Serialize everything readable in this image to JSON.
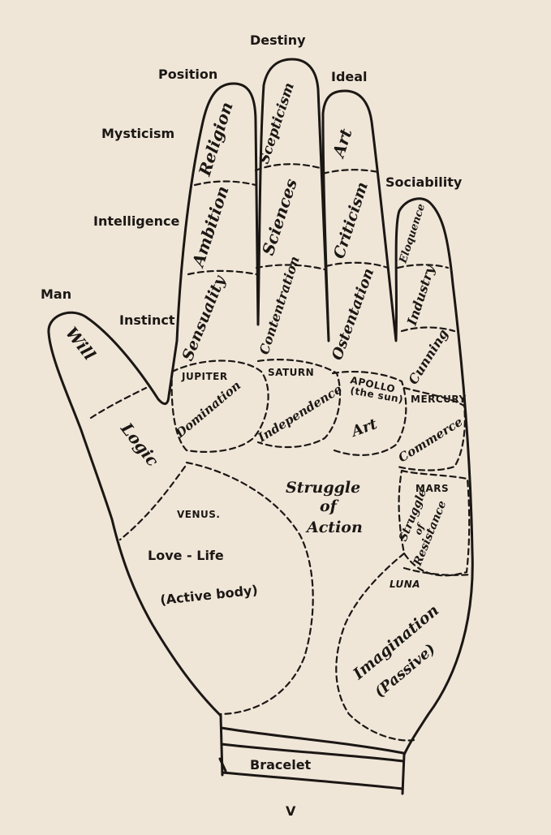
{
  "outer_labels": {
    "destiny": "Destiny",
    "position": "Position",
    "ideal": "Ideal",
    "mysticism": "Mysticism",
    "sociability": "Sociability",
    "intelligence": "Intelligence",
    "man": "Man",
    "instinct": "Instinct"
  },
  "fingers": {
    "thumb": {
      "will": "Will",
      "logic": "Logic"
    },
    "index": {
      "religion": "Religion",
      "ambition": "Ambition",
      "sensuality": "Sensuality"
    },
    "middle": {
      "scepticism": "Scepticism",
      "sciences": "Sciences",
      "contentration": "Contentration"
    },
    "ring": {
      "art": "Art",
      "criticism": "Criticism",
      "ostentation": "Ostentation"
    },
    "little": {
      "eloquence": "Eloquence",
      "industry": "Industry",
      "cunning": "Cunning"
    }
  },
  "mounts": {
    "jupiter": "JUPITER",
    "saturn": "SATURN",
    "apollo": "APOLLO",
    "apollo_sub": "(the sun)",
    "mercury": "MERCURY",
    "mars": "MARS",
    "luna": "LUNA",
    "venus": "VENUS."
  },
  "palm": {
    "domination": "Domination",
    "independence": "Independence",
    "art": "Art",
    "commerce": "Commerce",
    "struggle": "Struggle",
    "of": "of",
    "action": "Action",
    "resistance_struggle": "Struggle",
    "resistance_of": "of",
    "resistance": "Resistance",
    "love_life": "Love - Life",
    "active_body": "(Active body)",
    "imagination": "Imagination",
    "passive": "(Passive)"
  },
  "bracelet": "Bracelet",
  "plate_number": "V"
}
